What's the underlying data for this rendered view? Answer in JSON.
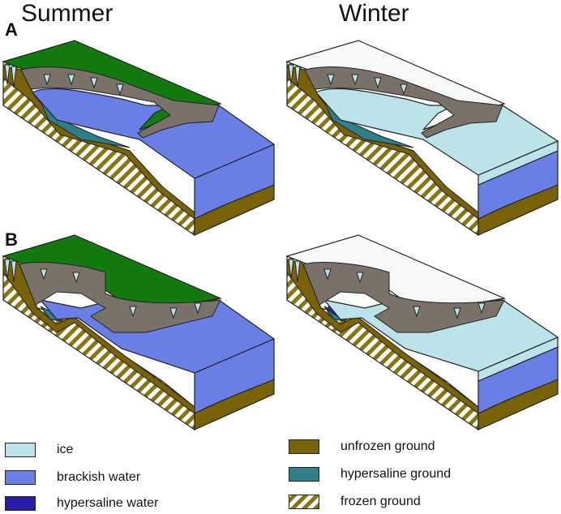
{
  "headings": {
    "summer": "Summer",
    "winter": "Winter"
  },
  "panels": {
    "a": "A",
    "b": "B"
  },
  "colors": {
    "ice": "#bde3ea",
    "brackish": "#6a7fe6",
    "hypersaline_water": "#2a1ea8",
    "unfrozen": "#7a6208",
    "hypersaline_ground": "#2f7f8a",
    "frozen_stripe": "#8a7410",
    "vegetation": "#137a10",
    "rock": "#7a7268",
    "snow": "#f7f7f7"
  },
  "legend": [
    {
      "label": "ice",
      "swatch": "ice"
    },
    {
      "label": "brackish water",
      "swatch": "brackish"
    },
    {
      "label": "hypersaline water",
      "swatch": "hypersaline_water"
    },
    {
      "label": "unfrozen ground",
      "swatch": "unfrozen"
    },
    {
      "label": "hypersaline ground",
      "swatch": "hypersaline_ground"
    },
    {
      "label": "frozen ground",
      "swatch": "frozen"
    }
  ]
}
